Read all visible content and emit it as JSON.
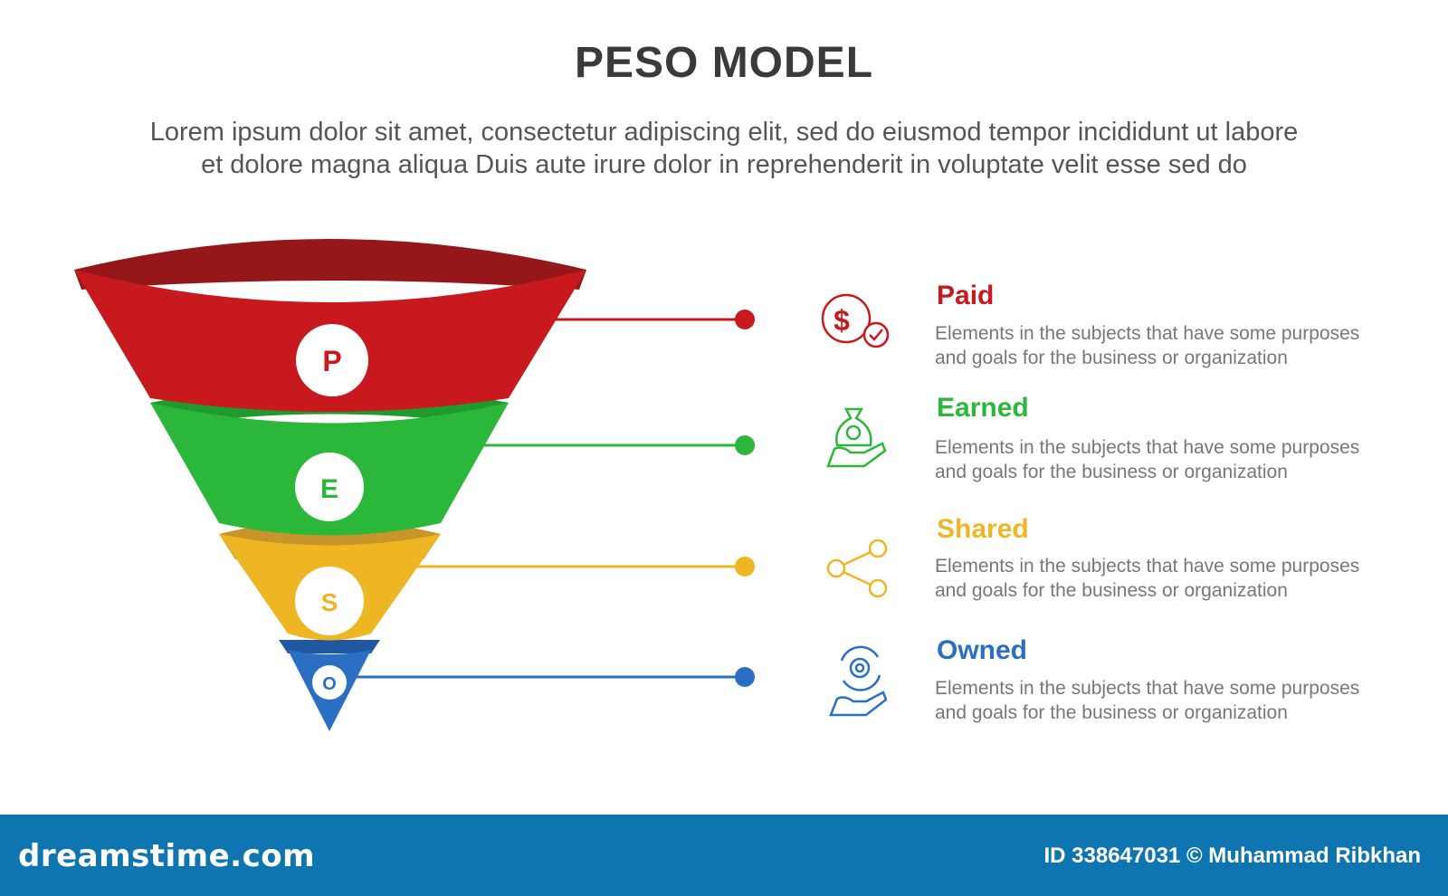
{
  "header": {
    "title": "PESO MODEL",
    "subtitle_line1": "Lorem ipsum dolor sit amet, consectetur adipiscing elit, sed do eiusmod tempor incididunt ut labore",
    "subtitle_line2": "et dolore magna aliqua Duis aute irure dolor in reprehenderit in voluptate velit esse sed do"
  },
  "items": [
    {
      "letter": "P",
      "title": "Paid",
      "desc_line1": "Elements in the subjects that have some purposes",
      "desc_line2": "and goals for the  business or organization",
      "color": "#c8191e",
      "dark": "#96171a",
      "icon": "dollar-check-icon"
    },
    {
      "letter": "E",
      "title": "Earned",
      "desc_line1": "Elements in the subjects that have some purposes",
      "desc_line2": "and goals for the  business or organization",
      "color": "#2bb83a",
      "dark": "#1f9a2d",
      "icon": "money-bag-hand-icon"
    },
    {
      "letter": "S",
      "title": "Shared",
      "desc_line1": "Elements in the subjects that have some purposes",
      "desc_line2": "and goals for the  business or organization",
      "color": "#efb624",
      "dark": "#c8952a",
      "icon": "share-icon"
    },
    {
      "letter": "O",
      "title": "Owned",
      "desc_line1": "Elements in the subjects that have some purposes",
      "desc_line2": "and goals for the  business or organization",
      "color": "#2a6fc4",
      "dark": "#1f57a0",
      "icon": "gear-hand-icon"
    }
  ],
  "footer": {
    "brand": "dreamstime.com",
    "credit": "ID 338647031 © Muhammad Ribkhan"
  }
}
